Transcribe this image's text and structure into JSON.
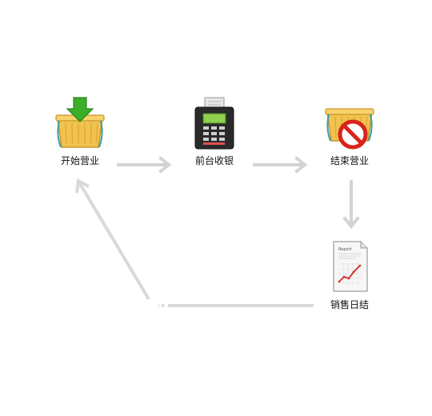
{
  "workflow": {
    "steps": [
      {
        "label": "开始营业",
        "icon": "basket-download-icon"
      },
      {
        "label": "前台收银",
        "icon": "pos-terminal-icon"
      },
      {
        "label": "结束营业",
        "icon": "basket-forbidden-icon"
      },
      {
        "label": "销售日结",
        "icon": "sales-report-icon"
      }
    ],
    "report_doc_title": "Report"
  },
  "colors": {
    "arrow": "#d3d3d3",
    "basket": "#f2c24e",
    "basket_dark": "#c9962a",
    "basket_handle": "#3a9fa8",
    "download_arrow": "#3dad2a",
    "forbidden": "#d9241b",
    "terminal_body": "#2a2a2a",
    "terminal_screen": "#8fd14f",
    "chart_line": "#d22a2a"
  }
}
